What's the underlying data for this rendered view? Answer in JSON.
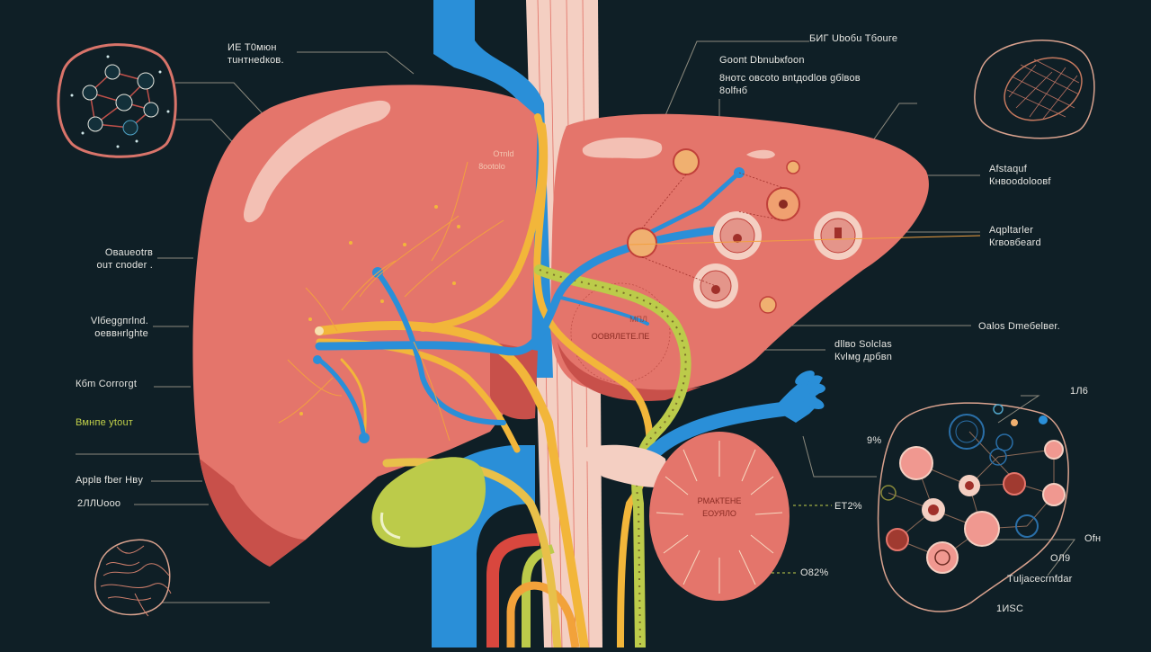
{
  "diagram": {
    "subject": "Liver anatomy illustration",
    "colors": {
      "background": "#0f1f26",
      "liver": "#e4756b",
      "liver_dark": "#c8504a",
      "liver_highlight": "#f3c0b4",
      "vein_blue": "#2a8fd8",
      "bile_yellow": "#f2b63a",
      "gallbladder_green": "#bccb4a",
      "artery_red": "#d9473e",
      "esophagus_pink": "#f4cfc2",
      "label_text": "#e6e6e2",
      "leader_line": "#8c8a7e"
    },
    "labels": {
      "top_left": "ИЕ Т0мюн\nтuнтнеdков.",
      "top_center_right": "БИГ Ubобu Тбоuге",
      "top_heading": "Gоопt Dbnubкfoon",
      "top_desc": "8нотс овсоtо вntдоdlов gбlвов\n8оlfнб",
      "right_1": "Аfstаquf\nКнвооdоlоовf",
      "right_2": "Аqpltаrlеr\nКrвовбеаrd",
      "right_3": "Оаlоs Dmeбеlвеr.",
      "right_4": "dllво Sоlсlаs\nКvlмg дрбвn",
      "left_1": "Oваuеоtrв\nоuт сnоdеr .",
      "left_2": "Vlбеggпrlnd.\nоеввнrlghtе",
      "left_3": "Кбm Соrгогgt",
      "left_4": "Вмнпе ytоuт",
      "left_5": "Аррlв fbеr Нвy",
      "left_6": "2ЛЛUооo",
      "pancreas_callout_1": "ЕТ2%",
      "pancreas_callout_2": "О82%",
      "network_top": "1Л6",
      "network_left": "9%",
      "network_r1": "Оfн",
      "network_r2": "ОЛ9",
      "network_r3": "Тuljaсесrnfdаr",
      "network_bottom": "1ИSC"
    },
    "organ_labels": {
      "liver_right_lobe_center": "ООВЯЛЕТЕ.ПЕ",
      "liver_right_lobe_small": "МПЛ",
      "pancreas_line1": "РМАКТЕНЕ",
      "pancreas_line2": "ЕОУЯЛО",
      "liver_branch_top": "8ооtоlо",
      "liver_branch_note": "Отnld"
    },
    "insets": [
      {
        "name": "cell-network-inset",
        "position": "top-left"
      },
      {
        "name": "lobule-mesh-inset",
        "position": "top-right"
      },
      {
        "name": "tissue-inset",
        "position": "bottom-left"
      },
      {
        "name": "vascular-network-inset",
        "position": "bottom-right"
      }
    ]
  }
}
